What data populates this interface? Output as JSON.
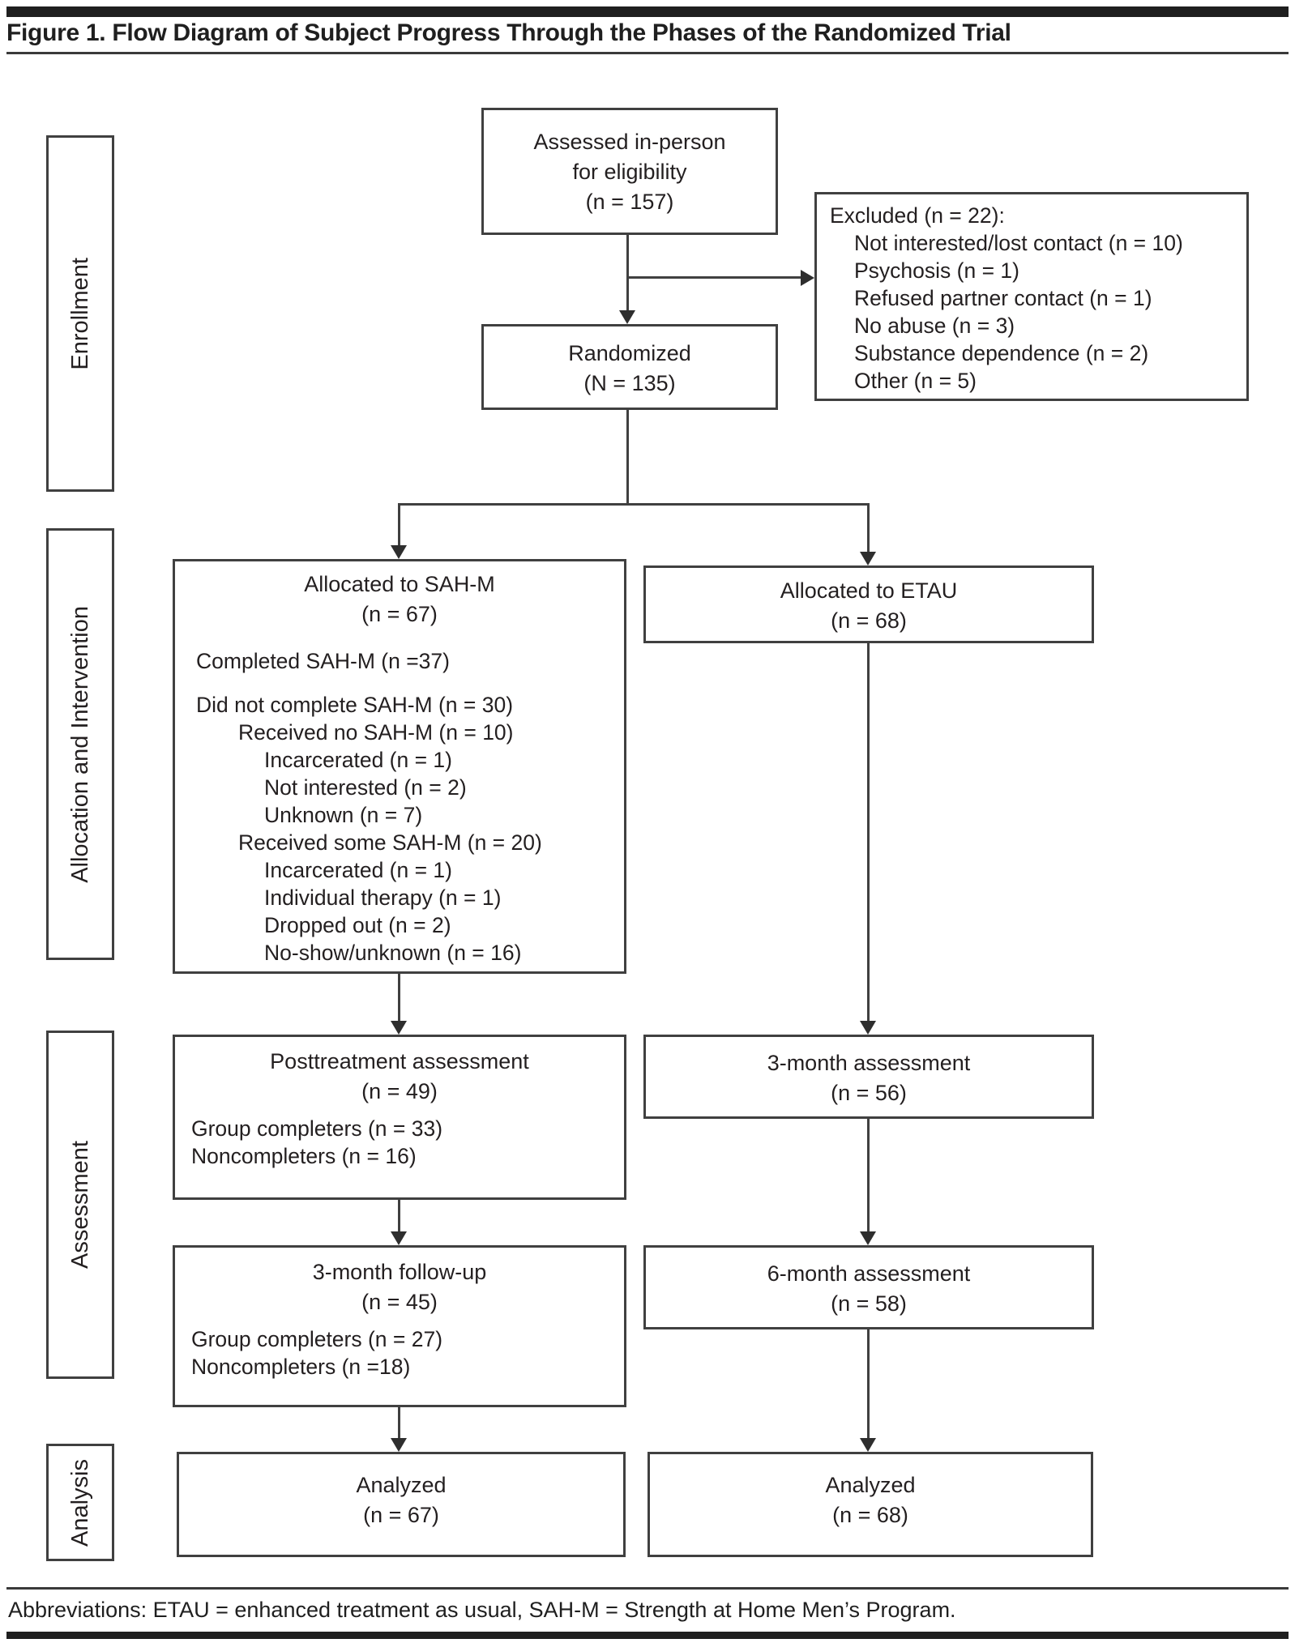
{
  "page": {
    "title": "Figure 1. Flow Diagram of Subject Progress Through the Phases of the Randomized Trial",
    "footer": "Abbreviations: ETAU = enhanced treatment as usual, SAH-M = Strength at Home Men’s Program."
  },
  "phases": {
    "enrollment": "Enrollment",
    "allocation": "Allocation and Intervention",
    "assessment": "Assessment",
    "analysis": "Analysis"
  },
  "diagram": {
    "assessed": {
      "lines": [
        "Assessed in-person",
        "for eligibility",
        "(n = 157)"
      ]
    },
    "excluded": {
      "lines": [
        {
          "text": "Excluded (n = 22):",
          "indent": 0
        },
        {
          "text": "Not interested/lost contact (n = 10)",
          "indent": 1
        },
        {
          "text": "Psychosis (n = 1)",
          "indent": 1
        },
        {
          "text": "Refused partner contact (n = 1)",
          "indent": 1
        },
        {
          "text": "No abuse (n = 3)",
          "indent": 1
        },
        {
          "text": "Substance dependence (n = 2)",
          "indent": 1
        },
        {
          "text": "Other (n = 5)",
          "indent": 1
        }
      ]
    },
    "randomized": {
      "lines": [
        "Randomized",
        "(N = 135)"
      ]
    },
    "sahm": {
      "title_lines": [
        "Allocated to  SAH-M",
        "(n = 67)"
      ],
      "lines": [
        {
          "text": "",
          "indent": 0
        },
        {
          "text": "Completed SAH-M (n =37)",
          "indent": 0
        },
        {
          "text": "",
          "indent": 0
        },
        {
          "text": "Did not complete SAH-M (n = 30)",
          "indent": 0
        },
        {
          "text": "Received no SAH-M (n = 10)",
          "indent": 1
        },
        {
          "text": "Incarcerated (n = 1)",
          "indent": 2
        },
        {
          "text": "Not interested (n = 2)",
          "indent": 2
        },
        {
          "text": "Unknown (n = 7)",
          "indent": 2
        },
        {
          "text": "Received some SAH-M (n = 20)",
          "indent": 1
        },
        {
          "text": "Incarcerated (n = 1)",
          "indent": 2
        },
        {
          "text": "Individual therapy (n = 1)",
          "indent": 2
        },
        {
          "text": "Dropped out (n = 2)",
          "indent": 2
        },
        {
          "text": "No-show/unknown (n = 16)",
          "indent": 2
        }
      ]
    },
    "etau": {
      "title_lines": [
        "Allocated to ETAU",
        "(n = 68)"
      ]
    },
    "posttreatment": {
      "title_lines": [
        "Posttreatment assessment",
        "(n = 49)"
      ],
      "lines": [
        {
          "text": "Group completers (n = 33)",
          "indent": 0
        },
        {
          "text": "Noncompleters (n = 16)",
          "indent": 0
        }
      ]
    },
    "assess3m": {
      "title_lines": [
        "3-month assessment",
        "(n = 56)"
      ]
    },
    "followup3m": {
      "title_lines": [
        "3-month follow-up",
        "(n = 45)"
      ],
      "lines": [
        {
          "text": "Group completers (n = 27)",
          "indent": 0
        },
        {
          "text": "Noncompleters (n =18)",
          "indent": 0
        }
      ]
    },
    "assess6m": {
      "title_lines": [
        "6-month assessment",
        "(n = 58)"
      ]
    },
    "analyzed_sahm": {
      "title_lines": [
        "Analyzed",
        "(n = 67)"
      ]
    },
    "analyzed_etau": {
      "title_lines": [
        "Analyzed",
        "(n = 68)"
      ]
    }
  }
}
